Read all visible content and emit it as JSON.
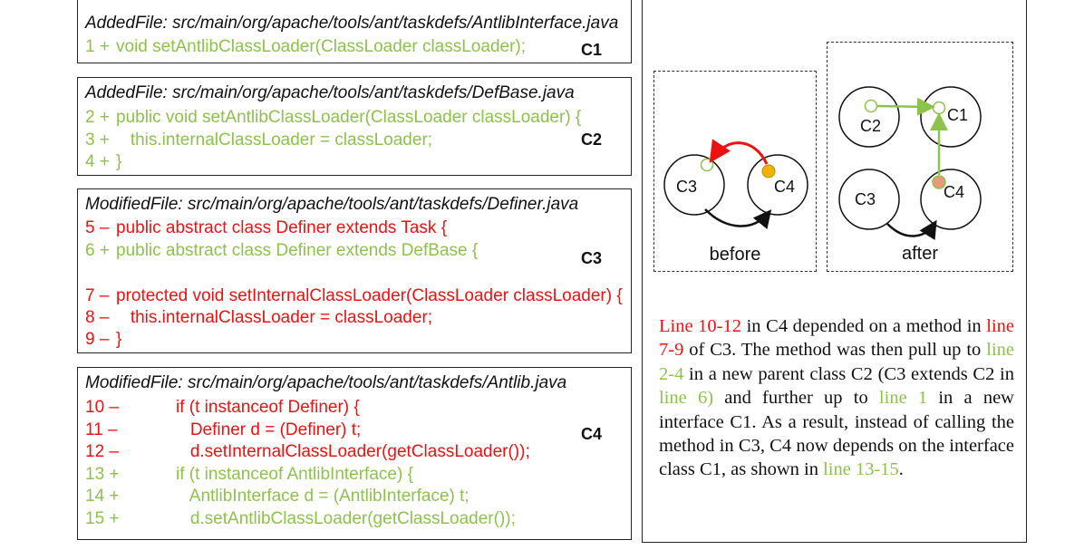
{
  "code_boxes": [
    {
      "header": "AddedFile: src/main/org/apache/tools/ant/taskdefs/AntlibInterface.java",
      "tag": "C1",
      "lines": [
        {
          "num": "1 +",
          "text": "void setAntlibClassLoader(ClassLoader classLoader);",
          "color": "green"
        }
      ]
    },
    {
      "header": "AddedFile: src/main/org/apache/tools/ant/taskdefs/DefBase.java",
      "tag": "C2",
      "lines": [
        {
          "num": "2 +",
          "text": "public void setAntlibClassLoader(ClassLoader classLoader) {",
          "color": "green"
        },
        {
          "num": "3 +",
          "text": "   this.internalClassLoader = classLoader;",
          "color": "green"
        },
        {
          "num": "4 +",
          "text": "}",
          "color": "green"
        }
      ]
    },
    {
      "header": "ModifiedFile: src/main/org/apache/tools/ant/taskdefs/Definer.java",
      "tag": "C3",
      "lines": [
        {
          "num": "5 –",
          "text": "public abstract class Definer extends Task {",
          "color": "red"
        },
        {
          "num": "6 +",
          "text": "public abstract class Definer extends DefBase {",
          "color": "green"
        },
        {
          "num": "7 –",
          "text": "protected void setInternalClassLoader(ClassLoader classLoader) {",
          "color": "red"
        },
        {
          "num": "8 –",
          "text": "   this.internalClassLoader = classLoader;",
          "color": "red"
        },
        {
          "num": "9 –",
          "text": "}",
          "color": "red"
        }
      ]
    },
    {
      "header": "ModifiedFile: src/main/org/apache/tools/ant/taskdefs/Antlib.java",
      "tag": "C4",
      "lines": [
        {
          "num": "10 –",
          "text": "if (t instanceof Definer) {",
          "color": "red"
        },
        {
          "num": "11 –",
          "text": "   Definer d = (Definer) t;",
          "color": "red"
        },
        {
          "num": "12 –",
          "text": "   d.setInternalClassLoader(getClassLoader());",
          "color": "red"
        },
        {
          "num": "13 +",
          "text": "if (t instanceof AntlibInterface) {",
          "color": "green"
        },
        {
          "num": "14 +",
          "text": "   AntlibInterface d = (AntlibInterface) t;",
          "color": "green"
        },
        {
          "num": "15 +",
          "text": "   d.setAntlibClassLoader(getClassLoader());",
          "color": "green"
        }
      ]
    }
  ],
  "diagram": {
    "before_caption": "before",
    "after_caption": "after",
    "nodes": {
      "c1": "C1",
      "c2": "C2",
      "c3": "C3",
      "c4": "C4"
    },
    "colors": {
      "red": "#ee1111",
      "green": "#8dc24b",
      "orange": "#f0b400",
      "salmon": "#e89a78"
    }
  },
  "paragraph": {
    "p1": "Line 10-12",
    "p2": " in C4 depended on a method in ",
    "p3": "line 7-9",
    "p4": " of C3. The method was then pull up to ",
    "p5": "line 2-4",
    "p6": " in a new parent class C2 (C3 extends C2 in ",
    "p7": "line 6)",
    "p8": " and further up to ",
    "p9": "line 1",
    "p10": " in a new interface C1. As a result, instead of calling the method in C3, C4 now depends on the interface class C1, as shown in ",
    "p11": "line 13-15",
    "p12": "."
  }
}
